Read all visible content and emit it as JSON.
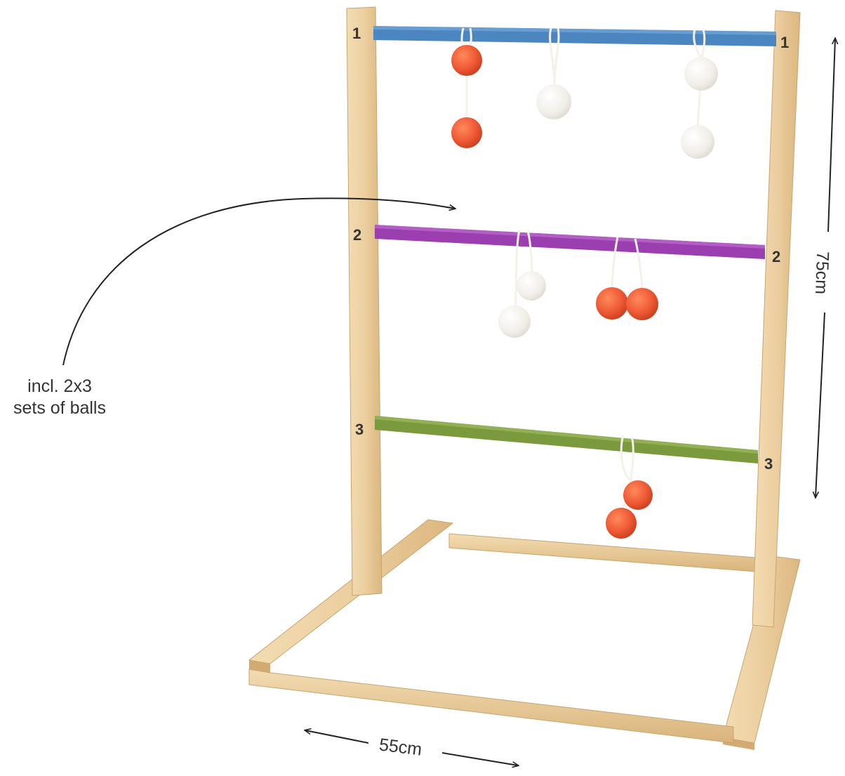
{
  "rungs": [
    {
      "number": "1",
      "color": "#4b86c0"
    },
    {
      "number": "2",
      "color": "#9b3fb0"
    },
    {
      "number": "3",
      "color": "#7a9a3d"
    }
  ],
  "ball_colors": {
    "orange": "#ef5a35",
    "white": "#f1eee8"
  },
  "wood_color": "#eccfa0",
  "caption": {
    "line1": "incl. 2x3",
    "line2": "sets of balls"
  },
  "dimensions": {
    "height": "75cm",
    "width": "55cm"
  }
}
